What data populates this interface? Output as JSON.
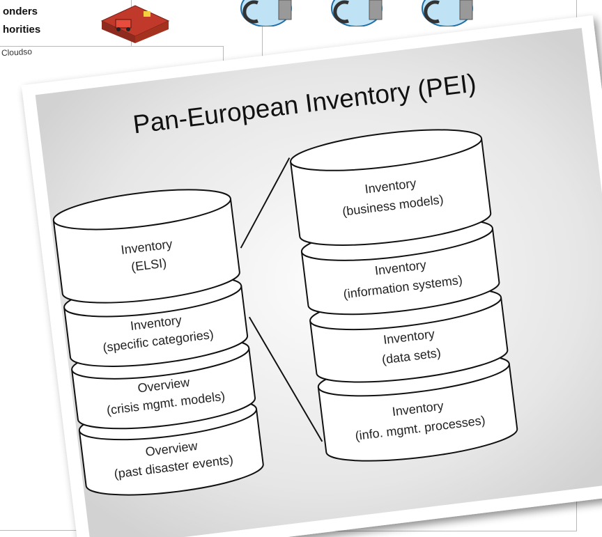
{
  "background": {
    "lines": [
      "onders",
      "horities"
    ],
    "faint_text": "Cloudso"
  },
  "diagram": {
    "title": "Pan-European Inventory (PEI)",
    "left_stack": [
      {
        "line1": "Inventory",
        "line2": "(ELSI)"
      },
      {
        "line1": "Inventory",
        "line2": "(specific categories)"
      },
      {
        "line1": "Overview",
        "line2": "(crisis mgmt. models)"
      },
      {
        "line1": "Overview",
        "line2": "(past disaster events)"
      }
    ],
    "right_stack": [
      {
        "line1": "Inventory",
        "line2": "(business models)"
      },
      {
        "line1": "Inventory",
        "line2": "(information systems)"
      },
      {
        "line1": "Inventory",
        "line2": "(data sets)"
      },
      {
        "line1": "Inventory",
        "line2": "(info. mgmt. processes)"
      }
    ]
  }
}
